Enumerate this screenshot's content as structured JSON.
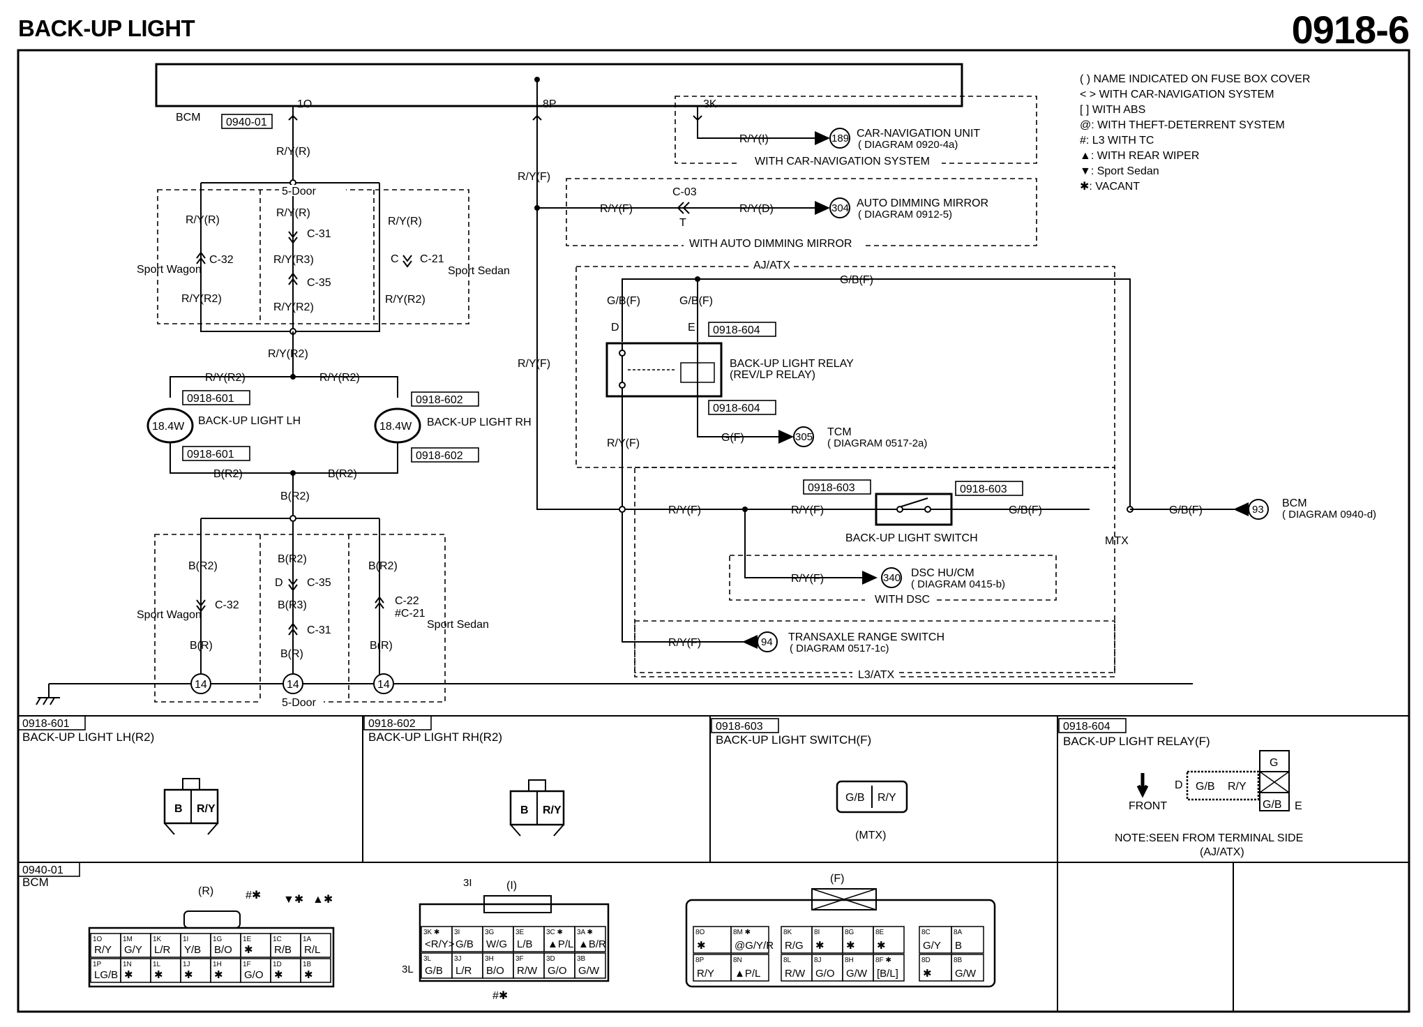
{
  "title": "BACK-UP LIGHT",
  "diagram_code": "0918-6",
  "legend": [
    "( ) NAME INDICATED ON FUSE BOX COVER",
    "< > WITH CAR-NAVIGATION SYSTEM",
    "[ ] WITH ABS",
    "@: WITH THEFT-DETERRENT SYSTEM",
    "#: L3 WITH TC",
    "▲: WITH REAR WIPER",
    "▼: Sport Sedan",
    "✱: VACANT"
  ],
  "bcm": {
    "label": "BCM",
    "connector": "0940-01",
    "pins": [
      "1O",
      "8P",
      "3K"
    ]
  },
  "wires": {
    "ryr": "R/Y(R)",
    "ryr2": "R/Y(R2)",
    "ryr3": "R/Y(R3)",
    "ryf": "R/Y(F)",
    "ryi": "R/Y(I)",
    "ryd": "R/Y(D)",
    "gbf": "G/B(F)",
    "gf": "G(F)",
    "br2": "B(R2)",
    "br3": "B(R3)",
    "br": "B(R)"
  },
  "connectors": {
    "c32": "C-32",
    "c31": "C-31",
    "c35": "C-35",
    "c21": "C-21",
    "c22": "C-22",
    "c22b": "#C-21",
    "c03": "C-03",
    "c": "C",
    "d": "D",
    "t": "T",
    "e": "E"
  },
  "groups": {
    "five_door": "5-Door",
    "sport_wagon": "Sport Wagon",
    "sport_sedan": "Sport Sedan",
    "car_nav": "WITH CAR-NAVIGATION SYSTEM",
    "auto_dim": "WITH AUTO DIMMING MIRROR",
    "aj_atx": "AJ/ATX",
    "with_dsc": "WITH DSC",
    "l3_atx": "L3/ATX",
    "mtx": "MTX"
  },
  "components": {
    "car_nav": {
      "ref": "189",
      "name": "CAR-NAVIGATION UNIT",
      "diag": "( DIAGRAM 0920-4a)"
    },
    "mirror": {
      "ref": "304",
      "name": "AUTO DIMMING MIRROR",
      "diag": "( DIAGRAM 0912-5)"
    },
    "relay": {
      "name": "BACK-UP LIGHT RELAY",
      "sub": "(REV/LP RELAY)",
      "conn": "0918-604"
    },
    "tcm": {
      "ref": "305",
      "name": "TCM",
      "diag": "( DIAGRAM 0517-2a)"
    },
    "switch": {
      "name": "BACK-UP LIGHT SWITCH",
      "conn": "0918-603"
    },
    "bcm2": {
      "ref": "93",
      "name": "BCM",
      "diag": "( DIAGRAM 0940-d)"
    },
    "dsc": {
      "ref": "340",
      "name": "DSC HU/CM",
      "diag": "( DIAGRAM 0415-b)"
    },
    "trs": {
      "ref": "94",
      "name": "TRANSAXLE RANGE SWITCH",
      "diag": "( DIAGRAM 0517-1c)"
    },
    "lamp_lh": {
      "watt": "18.4W",
      "name": "BACK-UP LIGHT LH",
      "conn": "0918-601"
    },
    "lamp_rh": {
      "watt": "18.4W",
      "name": "BACK-UP LIGHT RH",
      "conn": "0918-602"
    },
    "ground": "14"
  },
  "panels": {
    "p601": {
      "conn": "0918-601",
      "title": "BACK-UP LIGHT LH(R2)",
      "pins": [
        "B",
        "R/Y"
      ]
    },
    "p602": {
      "conn": "0918-602",
      "title": "BACK-UP LIGHT RH(R2)",
      "pins": [
        "B",
        "R/Y"
      ]
    },
    "p603": {
      "conn": "0918-603",
      "title": "BACK-UP LIGHT SWITCH(F)",
      "pins": [
        "G/B",
        "R/Y"
      ],
      "note": "(MTX)"
    },
    "p604": {
      "conn": "0918-604",
      "title": "BACK-UP LIGHT RELAY(F)",
      "pins": [
        "G/B",
        "R/Y",
        "G",
        "G/B"
      ],
      "front": "FRONT",
      "note": "NOTE:SEEN FROM TERMINAL SIDE",
      "note2": "(AJ/ATX)"
    },
    "p0940": {
      "conn": "0940-01",
      "title": "BCM",
      "r": "(R)",
      "i": "(I)",
      "f": "(F)",
      "hs": "#✱",
      "v": "▼✱",
      "a": "▲✱",
      "l3": "3I",
      "l3b": "3L",
      "hs2": "#✱"
    }
  },
  "bcm_r_top": [
    [
      "1O",
      "R/Y"
    ],
    [
      "1M",
      "G/Y"
    ],
    [
      "1K",
      "L/R"
    ],
    [
      "1I",
      "Y/B"
    ],
    [
      "1G",
      "B/O"
    ],
    [
      "1E",
      "✱"
    ],
    [
      "1C",
      "R/B"
    ],
    [
      "1A",
      "R/L"
    ]
  ],
  "bcm_r_bot": [
    [
      "1P",
      "LG/B"
    ],
    [
      "1N",
      "✱"
    ],
    [
      "1L",
      "✱"
    ],
    [
      "1J",
      "✱"
    ],
    [
      "1H",
      "✱"
    ],
    [
      "1F",
      "G/O"
    ],
    [
      "1D",
      "✱"
    ],
    [
      "1B",
      "✱"
    ]
  ],
  "bcm_i_top": [
    [
      "3K ✱",
      "<R/Y>"
    ],
    [
      "3I",
      "G/B"
    ],
    [
      "3G",
      "W/G"
    ],
    [
      "3E",
      "L/B"
    ],
    [
      "3C ✱",
      "▲P/L"
    ],
    [
      "3A ✱",
      "▲B/R"
    ]
  ],
  "bcm_i_bot": [
    [
      "3L",
      "G/B"
    ],
    [
      "3J",
      "L/R"
    ],
    [
      "3H",
      "B/O"
    ],
    [
      "3F",
      "R/W"
    ],
    [
      "3D",
      "G/O"
    ],
    [
      "3B",
      "G/W"
    ]
  ],
  "bcm_f_left": [
    [
      "8O",
      "✱"
    ],
    [
      "8M ✱",
      "@G/Y/R"
    ],
    [
      "8P",
      "R/Y"
    ],
    [
      "8N",
      "▲P/L"
    ]
  ],
  "bcm_f_mid": [
    [
      "8K",
      "R/G"
    ],
    [
      "8I",
      "✱"
    ],
    [
      "8G",
      "✱"
    ],
    [
      "8E",
      "✱"
    ],
    [
      "8L",
      "R/W"
    ],
    [
      "8J",
      "G/O"
    ],
    [
      "8H",
      "G/W"
    ],
    [
      "8F ✱",
      "[B/L]"
    ]
  ],
  "bcm_f_right": [
    [
      "8C",
      "G/Y"
    ],
    [
      "8A",
      "B"
    ],
    [
      "8D",
      "✱"
    ],
    [
      "8B",
      "G/W"
    ]
  ]
}
